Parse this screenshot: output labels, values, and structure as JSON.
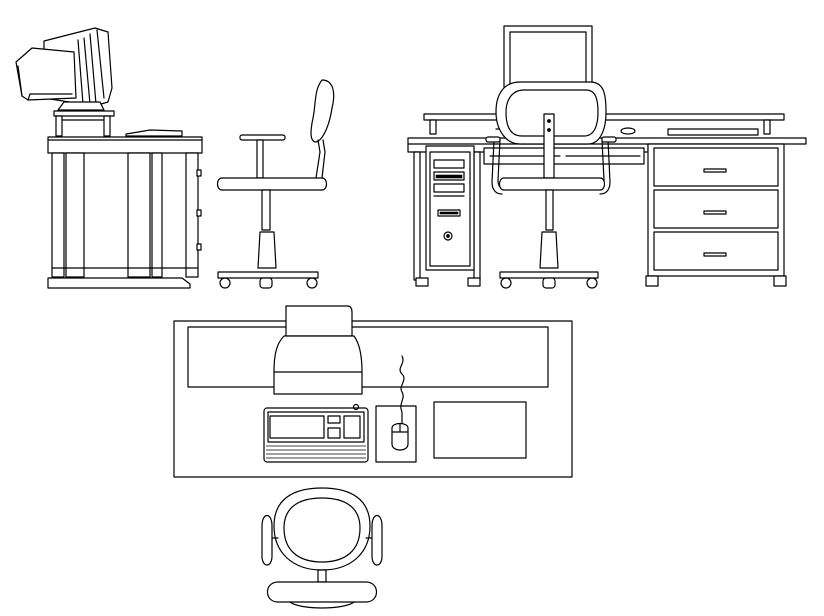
{
  "drawing": {
    "views": [
      {
        "id": "side-elevation",
        "items": [
          "crt-monitor",
          "desk",
          "office-chair"
        ]
      },
      {
        "id": "front-elevation",
        "items": [
          "crt-monitor",
          "computer-desk",
          "pc-tower",
          "drawer-unit",
          "office-chair"
        ]
      },
      {
        "id": "plan-view",
        "items": [
          "desk-top",
          "crt-monitor",
          "keyboard",
          "mouse-pad",
          "mouse",
          "paper-tray",
          "office-chair"
        ]
      }
    ],
    "colors": {
      "line": "#000000",
      "background": "#ffffff"
    }
  }
}
